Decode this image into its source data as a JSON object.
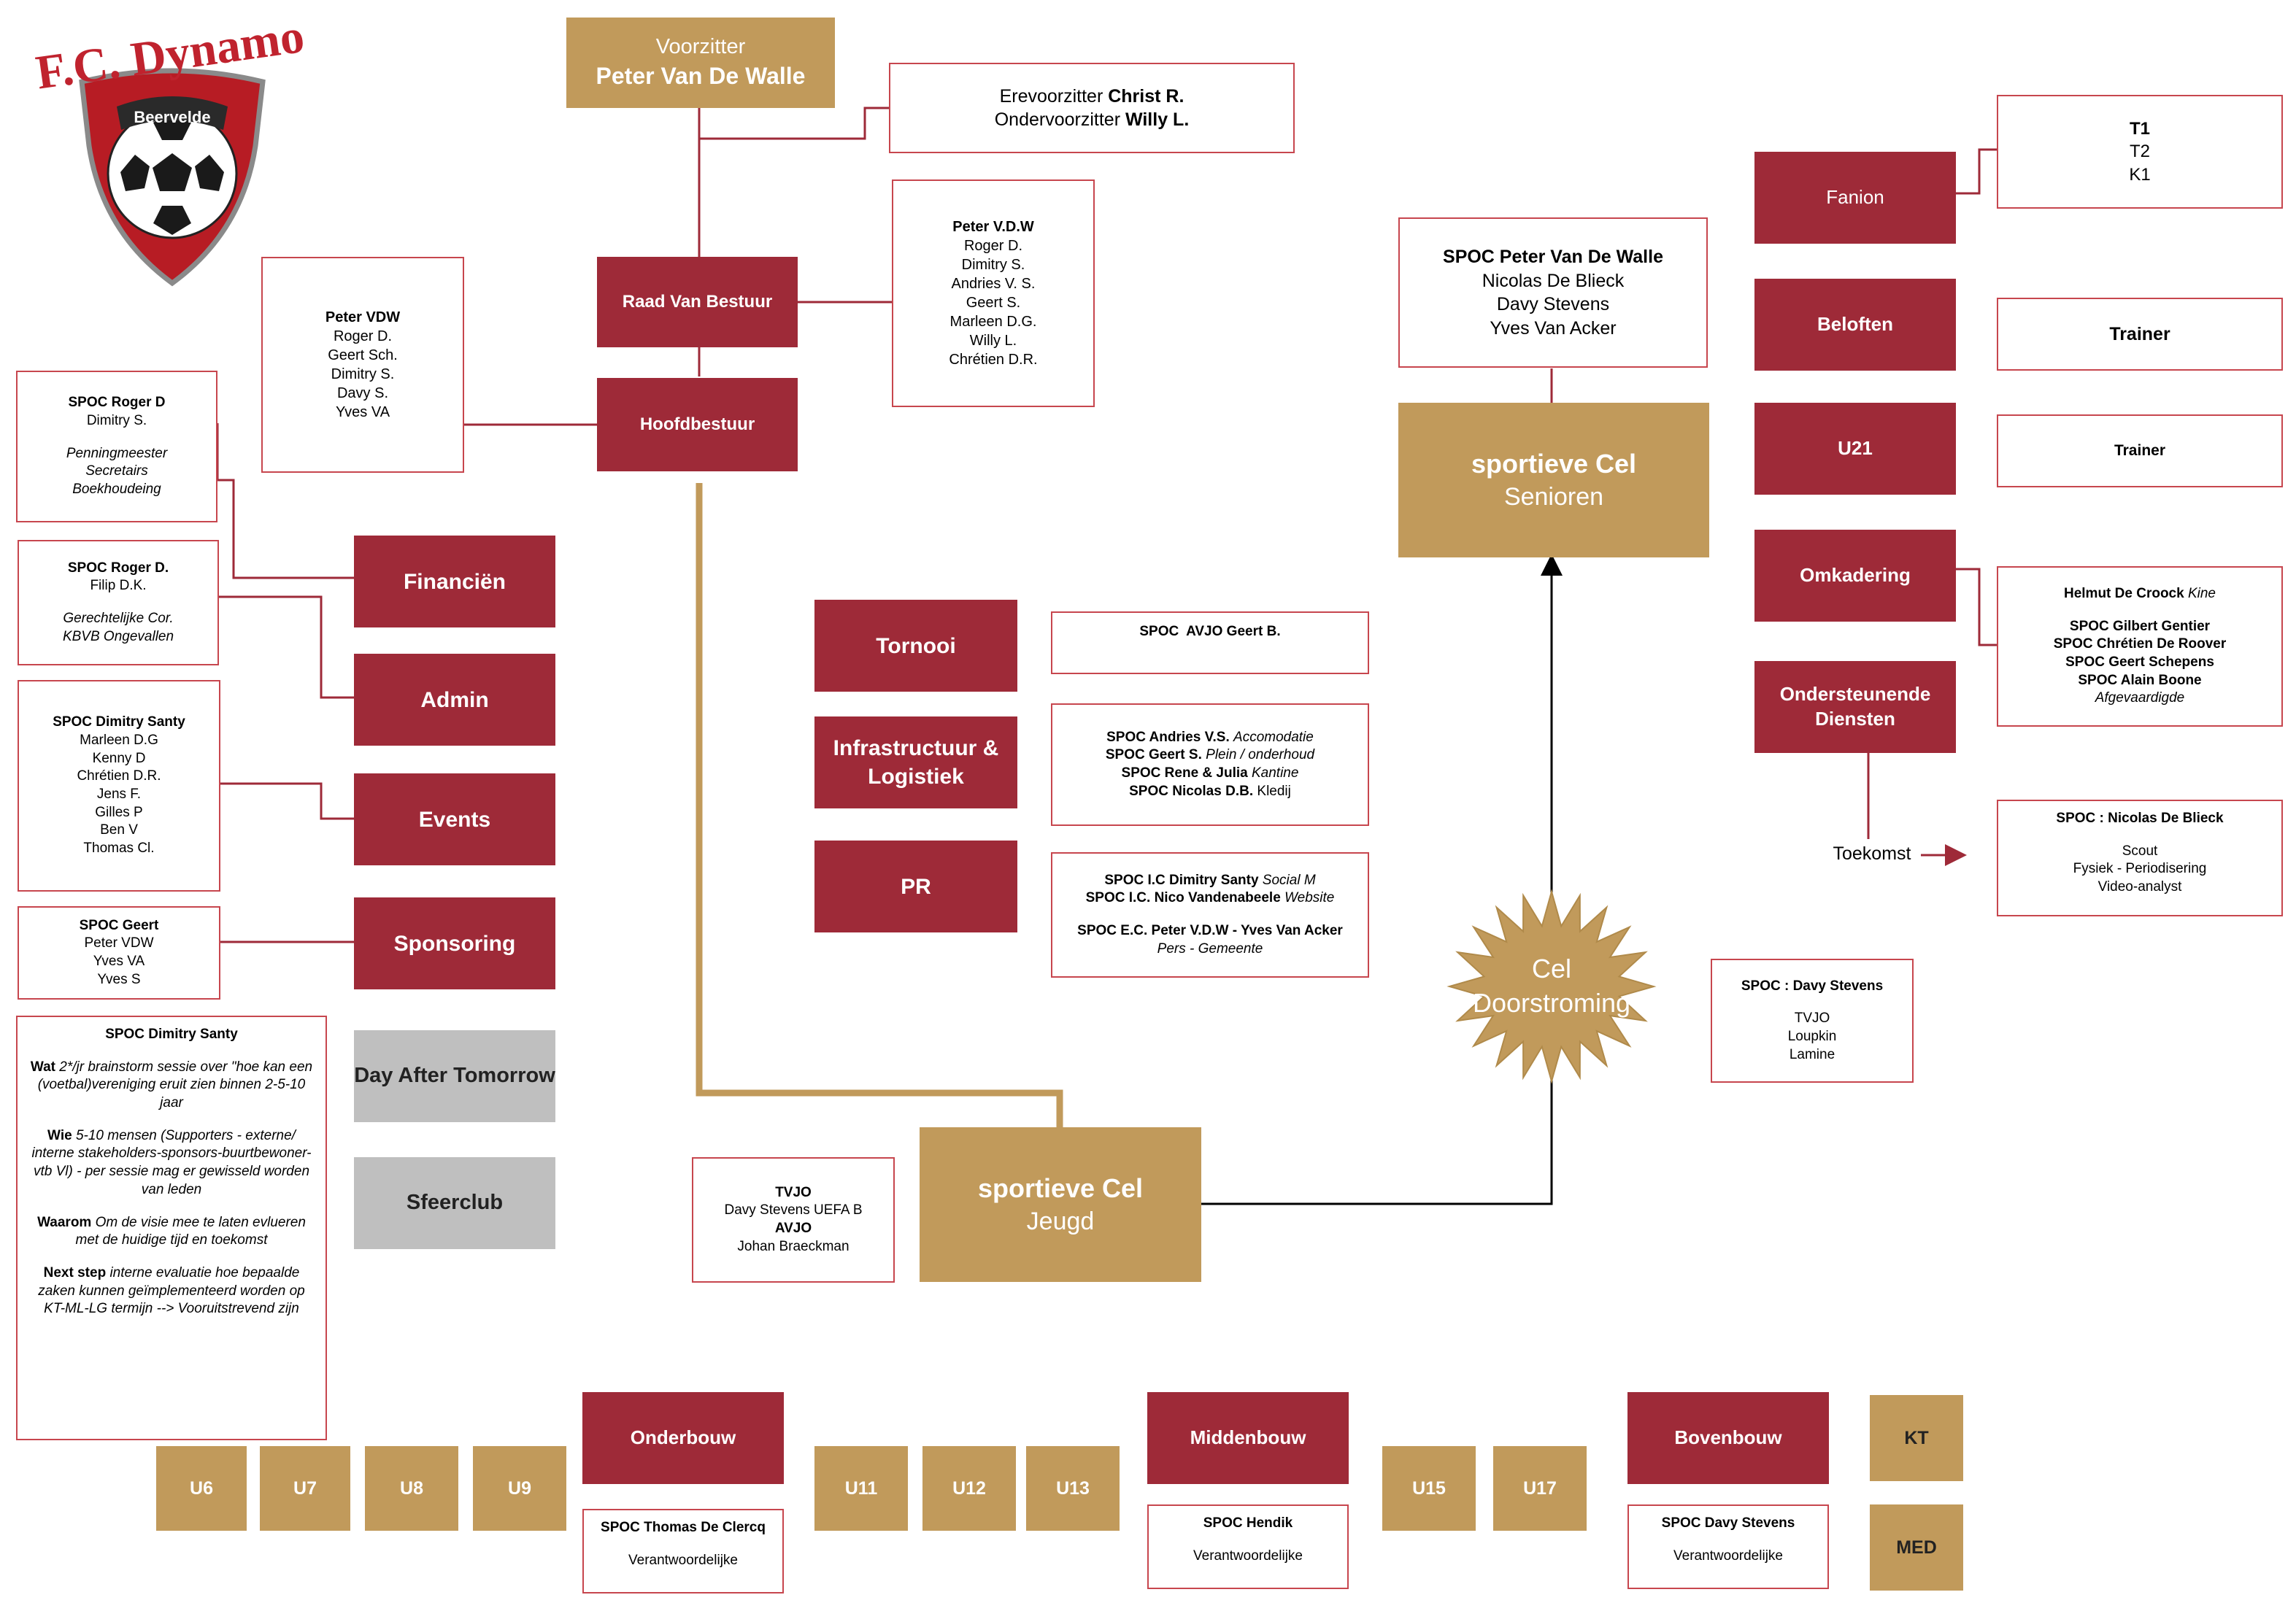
{
  "logo": {
    "top_text": "F.C. Dynamo",
    "banner_text": "Beervelde"
  },
  "president": {
    "title": "Voorzitter",
    "name": "Peter Van De Walle"
  },
  "honorary": {
    "line1_prefix": "Erevoorzitter",
    "line1_name": "Christ R.",
    "line2_prefix": "Ondervoorzitter",
    "line2_name": "Willy L."
  },
  "board": {
    "raad_label": "Raad Van Bestuur",
    "raad_members": [
      "Peter V.D.W",
      "Roger D.",
      "Dimitry S.",
      "Andries V. S.",
      "Geert S.",
      "Marleen D.G.",
      "Willy L.",
      "Chrétien D.R."
    ],
    "hoofd_label": "Hoofdbestuur",
    "hoofd_members": [
      "Peter VDW",
      "Roger D.",
      "Geert Sch.",
      "Dimitry S.",
      "Davy S.",
      "Yves VA"
    ]
  },
  "departments": {
    "financien": {
      "label": "Financiën",
      "spoc": "SPOC Roger D",
      "members": [
        "Dimitry S."
      ],
      "roles": [
        "Penningmeester",
        "Secretairs",
        "Boekhoudeing"
      ]
    },
    "admin": {
      "label": "Admin",
      "spoc": "SPOC Roger D.",
      "members": [
        "Filip D.K."
      ],
      "roles": [
        "Gerechtelijke Cor.",
        "KBVB Ongevallen"
      ]
    },
    "events": {
      "label": "Events",
      "spoc": "SPOC Dimitry Santy",
      "members": [
        "Marleen D.G",
        "Kenny D",
        "Chrétien D.R.",
        "Jens F.",
        "Gilles P",
        "Ben V",
        "Thomas Cl."
      ]
    },
    "sponsoring": {
      "label": "Sponsoring",
      "spoc": "SPOC Geert",
      "members": [
        "Peter VDW",
        "Yves VA",
        "Yves S"
      ]
    },
    "day_after": {
      "label": "Day After Tomorrow"
    },
    "sfeerclub": {
      "label": "Sfeerclub"
    }
  },
  "vision_note": {
    "spoc": "SPOC Dimitry Santy",
    "wat_label": "Wat",
    "wat_text": "2*/jr brainstorm sessie over \"hoe kan een (voetbal)vereniging eruit zien binnen 2-5-10 jaar",
    "wie_label": "Wie",
    "wie_text": "5-10 mensen (Supporters - externe/ interne stakeholders-sponsors-buurtbewoner-vtb Vl) - per sessie mag er gewisseld worden van leden",
    "waarom_label": "Waarom",
    "waarom_text": "Om de visie mee te laten evlueren met de huidige tijd en toekomst",
    "next_label": "Next step",
    "next_text": "interne evaluatie hoe bepaalde zaken kunnen geïmplementeerd worden op KT-ML-LG termijn --> Vooruitstrevend zijn"
  },
  "middle": {
    "tornooi": {
      "label": "Tornooi",
      "note": "SPOC  AVJO Geert B."
    },
    "infra": {
      "label": "Infrastructuur & Logistiek",
      "lines": [
        {
          "bold": "SPOC Andries V.S.",
          "italic": "Accomodatie"
        },
        {
          "bold": "SPOC Geert S.",
          "italic": "Plein / onderhoud"
        },
        {
          "bold": "SPOC Rene & Julia",
          "italic": "Kantine"
        },
        {
          "bold": "SPOC Nicolas D.B.",
          "italic": "Kledij"
        }
      ]
    },
    "pr": {
      "label": "PR",
      "line1_bold": "SPOC I.C Dimitry Santy",
      "line1_italic": "Social M",
      "line2_bold": "SPOC I.C. Nico Vandenabeele",
      "line2_italic": "Website",
      "line3_bold": "SPOC E.C. Peter V.D.W - Yves Van Acker",
      "line3_italic": "Pers - Gemeente"
    }
  },
  "senioren": {
    "head": "sportieve Cel",
    "sub": "Senioren",
    "spoc": "SPOC Peter Van De Walle",
    "members": [
      "Nicolas De Blieck",
      "Davy Stevens",
      "Yves Van Acker"
    ]
  },
  "doorstroming": {
    "line1": "Cel",
    "line2": "Doorstroming",
    "spoc": "SPOC : Davy Stevens",
    "members": [
      "TVJO",
      "Loupkin",
      "Lamine"
    ]
  },
  "right": {
    "fanion": {
      "label": "Fanion",
      "teams": [
        "T1",
        "T2",
        "K1"
      ]
    },
    "beloften": {
      "label": "Beloften",
      "note": "Trainer"
    },
    "u21": {
      "label": "U21",
      "note": "Trainer"
    },
    "omkadering": {
      "label": "Omkadering",
      "kine_name": "Helmut De Croock",
      "kine_role": "Kine",
      "spocs": [
        "SPOC Gilbert Gentier",
        "SPOC Chrétien De Roover",
        "SPOC Geert Schepens",
        "SPOC Alain Boone"
      ],
      "role": "Afgevaardigde"
    },
    "ondersteunend": {
      "label": "Ondersteunende Diensten",
      "future": "Toekomst",
      "spoc": "SPOC : Nicolas De Blieck",
      "roles": [
        "Scout",
        "Fysiek - Periodisering",
        "Video-analyst"
      ]
    }
  },
  "jeugd": {
    "head": "sportieve Cel",
    "sub": "Jeugd",
    "note_tvjo": "TVJO",
    "note_tvjo_name": "Davy Stevens UEFA B",
    "note_avjo": "AVJO",
    "note_avjo_name": "Johan Braeckman"
  },
  "youth": {
    "onderbouw": {
      "label": "Onderbouw",
      "spoc": "SPOC Thomas De Clercq",
      "role": "Verantwoordelijke"
    },
    "middenbouw": {
      "label": "Middenbouw",
      "spoc": "SPOC Hendik",
      "role": "Verantwoordelijke"
    },
    "bovenbouw": {
      "label": "Bovenbouw",
      "spoc": "SPOC Davy Stevens",
      "role": "Verantwoordelijke"
    },
    "teams": [
      "U6",
      "U7",
      "U8",
      "U9",
      "U11",
      "U12",
      "U13",
      "U15",
      "U17"
    ],
    "kt": "KT",
    "med": "MED"
  },
  "colors": {
    "red": "#9e2a38",
    "gold": "#c19a5b",
    "gray": "#bfbfbf",
    "note_border": "#c7464e"
  }
}
